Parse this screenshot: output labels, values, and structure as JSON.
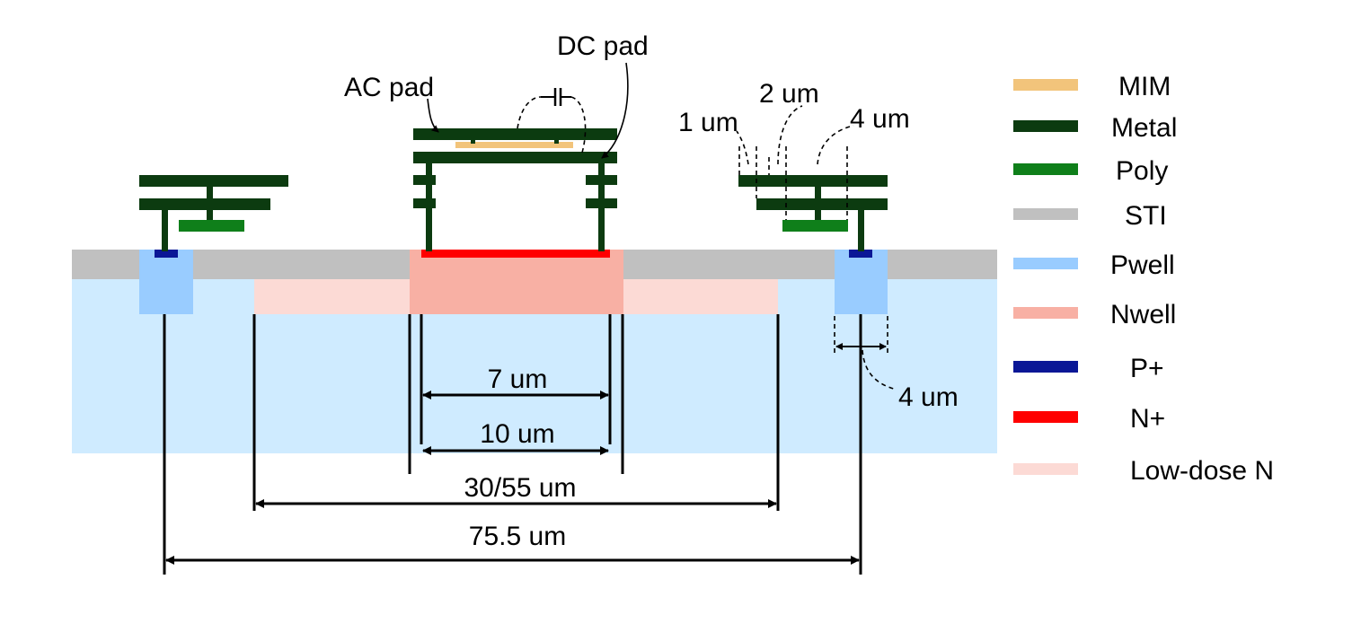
{
  "colors": {
    "mim": "#f2c47b",
    "metal": "#0c3b10",
    "poly": "#0f7f1a",
    "sti": "#c0c0c0",
    "pwell": "#99ccff",
    "nwell": "#f8b0a4",
    "pplus": "#0a1796",
    "nplus": "#ff0000",
    "lowdose": "#fcdad5",
    "substrate": "#cfebff"
  },
  "labels": {
    "ac_pad": "AC pad",
    "dc_pad": "DC pad",
    "dim_1um": "1 um",
    "dim_2um": "2 um",
    "dim_4um_top": "4 um",
    "dim_4um_right": "4 um",
    "dim_7um": "7 um",
    "dim_10um": "10 um",
    "dim_30_55um": "30/55 um",
    "dim_75um": "75.5 um"
  },
  "legend": [
    {
      "label": "MIM",
      "color": "#f2c47b"
    },
    {
      "label": "Metal",
      "color": "#0c3b10"
    },
    {
      "label": "Poly",
      "color": "#0f7f1a"
    },
    {
      "label": "STI",
      "color": "#c0c0c0"
    },
    {
      "label": "Pwell",
      "color": "#99ccff"
    },
    {
      "label": "Nwell",
      "color": "#f8b0a4"
    },
    {
      "label": "P+",
      "color": "#0a1796"
    },
    {
      "label": "N+",
      "color": "#ff0000"
    },
    {
      "label": "Low-dose N",
      "color": "#fcdad5"
    }
  ]
}
